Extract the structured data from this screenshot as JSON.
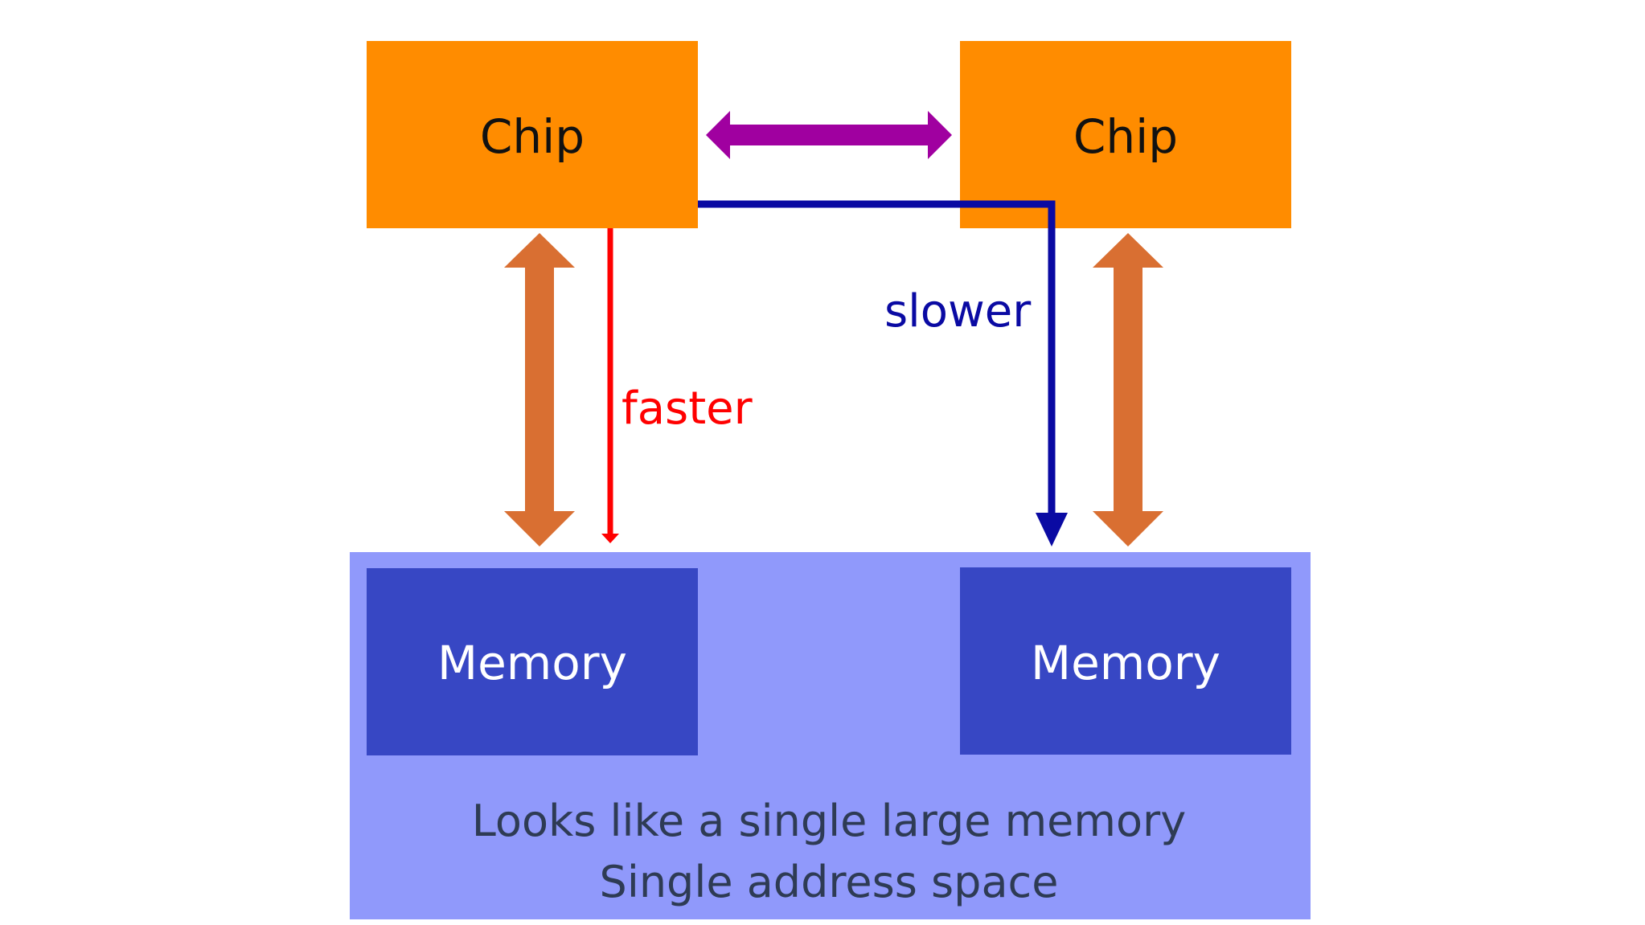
{
  "chips": [
    {
      "label": "Chip"
    },
    {
      "label": "Chip"
    }
  ],
  "memories": [
    {
      "label": "Memory"
    },
    {
      "label": "Memory"
    }
  ],
  "links": {
    "faster_label": "faster",
    "slower_label": "slower"
  },
  "shared_memory": {
    "line1": "Looks like a single large memory",
    "line2": "Single address space"
  },
  "colors": {
    "chip": "#ff8c00",
    "shared_region": "#9099fb",
    "memory": "#3747c4",
    "interconnect": "#a000a0",
    "local_bus": "#d96f32",
    "faster": "#ff0000",
    "slower": "#0a0aa3",
    "caption_text": "#2e3b54"
  }
}
